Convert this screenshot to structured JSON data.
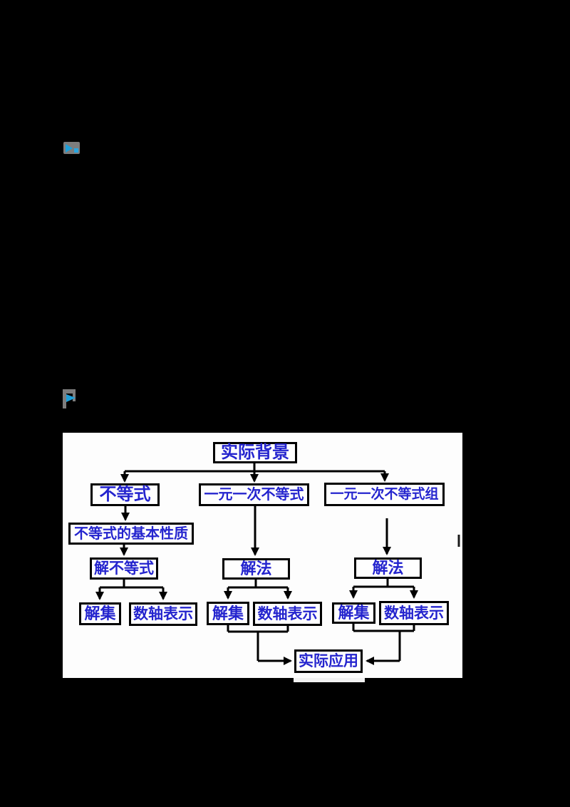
{
  "page": {
    "background": "#000000"
  },
  "icons": {
    "media_placeholder": {
      "body_color": "#7d7d7d",
      "glyph_color": "#1f9fd8"
    },
    "flag_placeholder": {
      "body_color": "#7d7d7d",
      "glyph_color": "#1f9fd8"
    }
  },
  "diagram": {
    "background": "#fdfdfd",
    "line_color": "#000000",
    "text_color": "#2424ce",
    "nodes": [
      {
        "id": "actual-background",
        "label": "实际背景"
      },
      {
        "id": "inequality",
        "label": "不等式"
      },
      {
        "id": "linear-inequality",
        "label": "一元一次不等式"
      },
      {
        "id": "linear-inequality-system",
        "label": "一元一次不等式组"
      },
      {
        "id": "basic-properties",
        "label": "不等式的基本性质"
      },
      {
        "id": "solve-inequality",
        "label": "解不等式"
      },
      {
        "id": "solution-method-2",
        "label": "解法"
      },
      {
        "id": "solution-method-3",
        "label": "解法"
      },
      {
        "id": "solution-set-1",
        "label": "解集"
      },
      {
        "id": "numberline-repr-1",
        "label": "数轴表示"
      },
      {
        "id": "solution-set-2",
        "label": "解集"
      },
      {
        "id": "numberline-repr-2",
        "label": "数轴表示"
      },
      {
        "id": "solution-set-3",
        "label": "解集"
      },
      {
        "id": "numberline-repr-3",
        "label": "数轴表示"
      },
      {
        "id": "practical-application",
        "label": "实际应用"
      }
    ]
  }
}
